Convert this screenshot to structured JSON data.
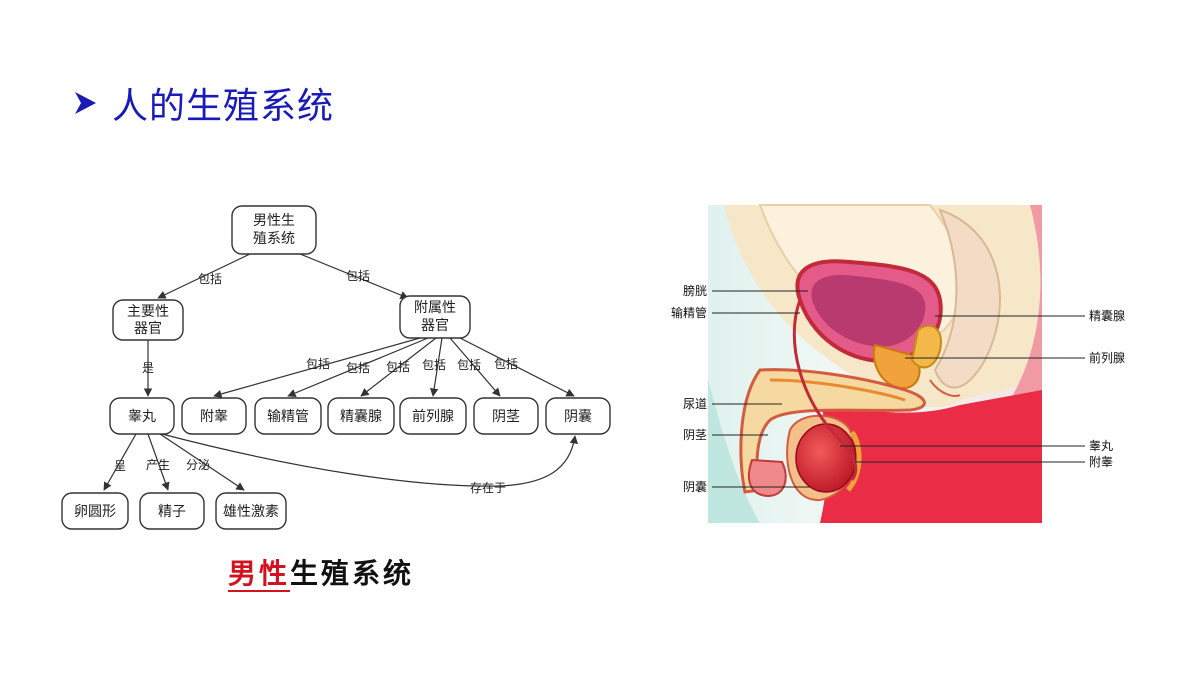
{
  "title": "人的生殖系统",
  "icons": {
    "title_bullet": "right-arrow-bullet-icon"
  },
  "colors": {
    "title": "#1a1ab8",
    "caption_highlight": "#d4121f"
  },
  "concept_map": {
    "nodes": {
      "root": [
        "男性生",
        "殖系统"
      ],
      "main": [
        "主要性",
        "器官"
      ],
      "accessory": [
        "附属性",
        "器官"
      ],
      "testis": "睾丸",
      "epididymis": "附睾",
      "vas_deferens": "输精管",
      "seminal_vesicle": "精囊腺",
      "prostate": "前列腺",
      "penis": "阴茎",
      "scrotum": "阴囊",
      "oval": "卵圆形",
      "sperm": "精子",
      "androgen": "雄性激素"
    },
    "edge_labels": {
      "root_main": "包括",
      "root_accessory": "包括",
      "main_testis": "是",
      "acc_epididymis": "包括",
      "acc_vas": "包括",
      "acc_seminal": "包括",
      "acc_prostate": "包括",
      "acc_penis": "包括",
      "acc_scrotum": "包括",
      "testis_oval": "呈",
      "testis_sperm": "产生",
      "testis_androgen": "分泌",
      "testis_scrotum": "存在于"
    }
  },
  "caption": {
    "highlight": "男性",
    "rest": "生殖系统"
  },
  "anatomy": {
    "labels_left": [
      "膀胱",
      "输精管",
      "尿道",
      "阴茎",
      "阴囊"
    ],
    "labels_right": [
      "精囊腺",
      "前列腺",
      "睾丸",
      "附睾"
    ]
  }
}
